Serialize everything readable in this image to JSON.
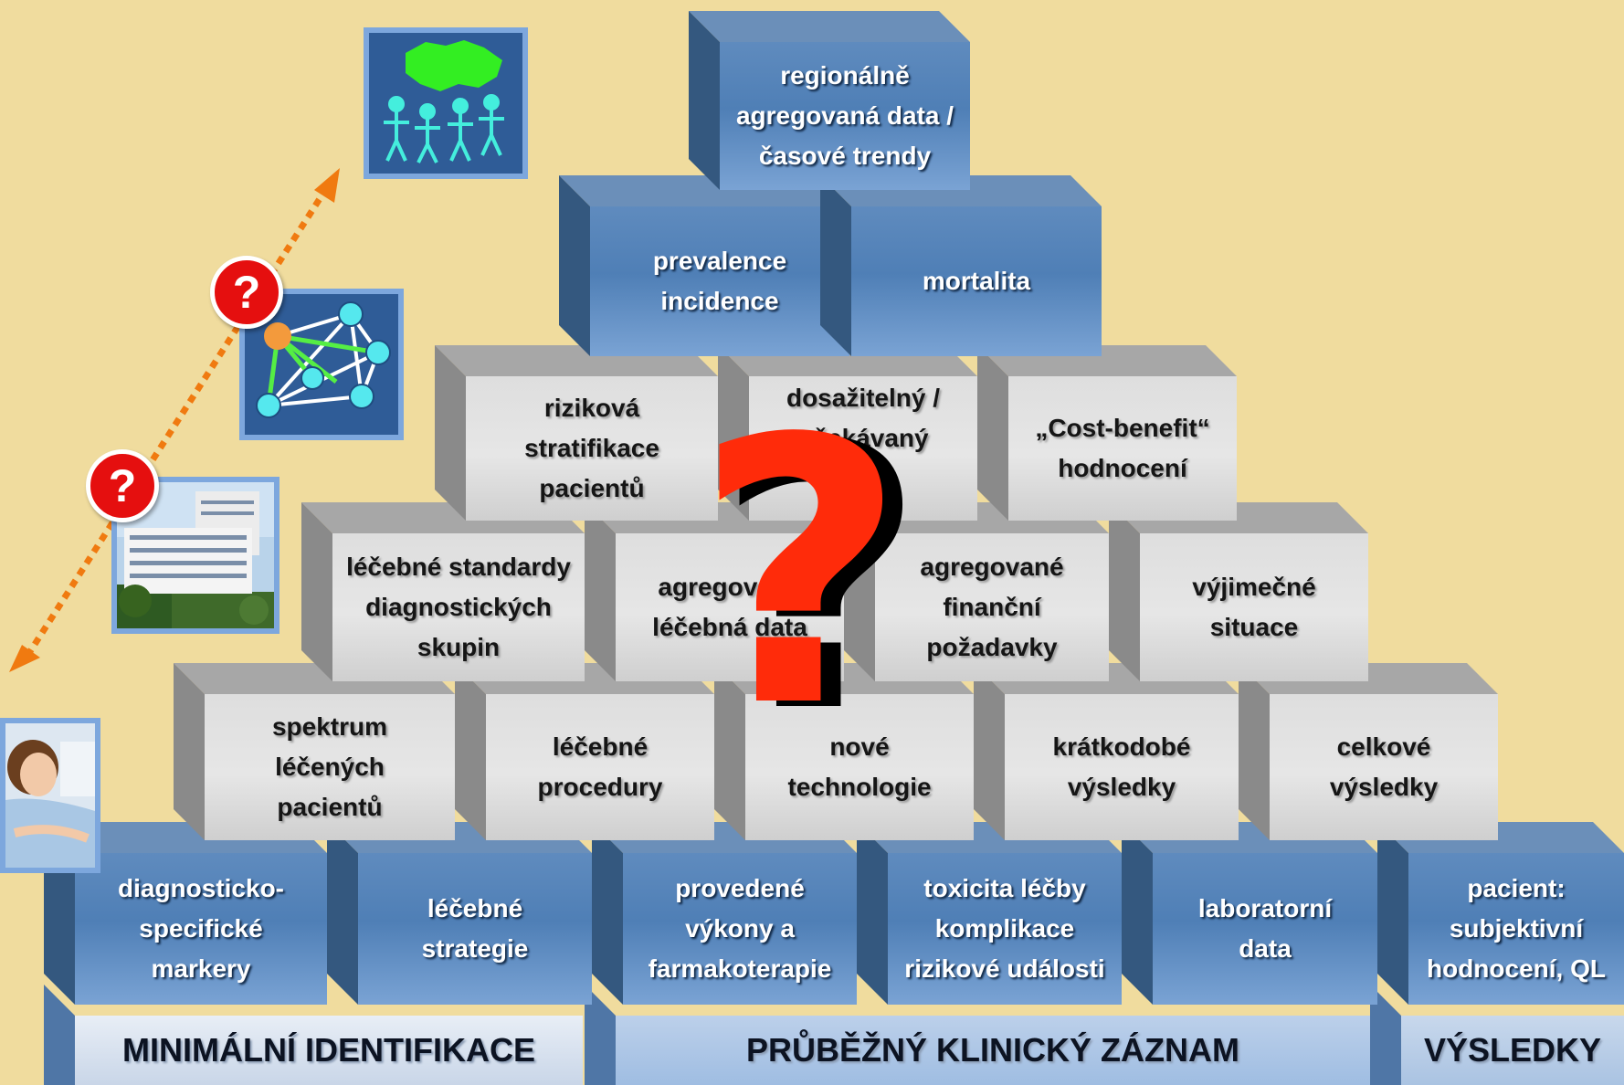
{
  "colors": {
    "background": "#f0dc9e",
    "blue_block": "#4f7fb6",
    "grey_block": "#e3e3e3",
    "question_red": "#ff2b0a",
    "badge_red": "#e50f0f",
    "arrow_orange": "#f07a10",
    "map_green": "#33ee22",
    "figure_cyan": "#44eedd"
  },
  "pyramid": {
    "apex": {
      "label": "regionálně\nagregovaná data /\nčasové trendy"
    },
    "level2": [
      {
        "label": "prevalence\nincidence"
      },
      {
        "label": "mortalita"
      }
    ],
    "level3": [
      {
        "label": "riziková\nstratifikace\npacientů"
      },
      {
        "label": "dosažitelný /\nočekávaný"
      },
      {
        "label": "„Cost-benefit“\nhodnocení"
      }
    ],
    "level4": [
      {
        "label": "léčebné standardy\ndiagnostických\nskupin"
      },
      {
        "label": "agregovaná\nléčebná data"
      },
      {
        "label": "agregované\nfinanční\npožadavky"
      },
      {
        "label": "výjimečné\nsituace"
      }
    ],
    "level5": [
      {
        "label": "spektrum\nléčených\npacientů"
      },
      {
        "label": "léčebné\nprocedury"
      },
      {
        "label": "nové\ntechnologie"
      },
      {
        "label": "krátkodobé\nvýsledky"
      },
      {
        "label": "celkové\nvýsledky"
      }
    ],
    "base": [
      {
        "label": "diagnosticko-\nspecifické\nmarkery"
      },
      {
        "label": "léčebné\nstrategie"
      },
      {
        "label": "provedené\nvýkony a\nfarmakoterapie"
      },
      {
        "label": "toxicita léčby\nkomplikace\nrizikové události"
      },
      {
        "label": "laboratorní\ndata"
      },
      {
        "label": "pacient:\nsubjektivní\nhodnocení, QL"
      }
    ]
  },
  "sections": [
    {
      "label": "MINIMÁLNÍ IDENTIFIKACE"
    },
    {
      "label": "PRŮBĚŽNÝ KLINICKÝ ZÁZNAM"
    },
    {
      "label": "VÝSLEDKY"
    }
  ],
  "question_badges": [
    {
      "label": "?"
    },
    {
      "label": "?"
    }
  ],
  "center_question": "?",
  "icons": {
    "region": "czech-map-population-icon",
    "network": "network-graph-icon",
    "hospital": "hospital-building-photo",
    "patient": "patient-in-bed-photo",
    "arrow": "dotted-double-arrow"
  }
}
